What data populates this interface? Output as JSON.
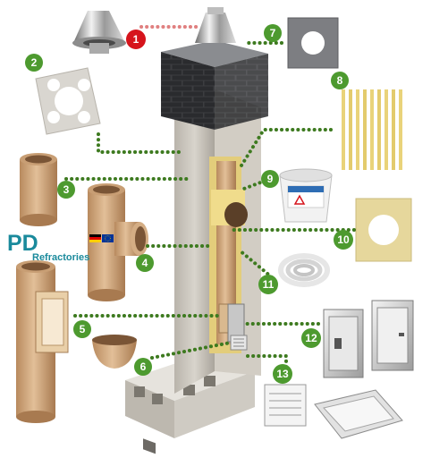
{
  "logo": {
    "mark": "PD",
    "word": "Refractories",
    "mark_color": "#1a8a9c",
    "flag_icon": "german-flag-icon",
    "eu_icon": "eu-flag-icon"
  },
  "callouts": [
    {
      "number": "1",
      "part": "stainless-steel-cap"
    },
    {
      "number": "2",
      "part": "insulation-board"
    },
    {
      "number": "3",
      "part": "ceramic-flue-pipe"
    },
    {
      "number": "4",
      "part": "ceramic-tee-connector"
    },
    {
      "number": "5",
      "part": "ceramic-inspection-pipe"
    },
    {
      "number": "6",
      "part": "condensate-bowl"
    },
    {
      "number": "7",
      "part": "cover-plate"
    },
    {
      "number": "8",
      "part": "spacer-rods"
    },
    {
      "number": "9",
      "part": "sealant-bucket"
    },
    {
      "number": "10",
      "part": "insulation-plate"
    },
    {
      "number": "11",
      "part": "sealing-rope"
    },
    {
      "number": "12",
      "part": "inspection-door"
    },
    {
      "number": "13",
      "part": "ventilation-grille"
    }
  ],
  "colors": {
    "green_badge": "#4d9a2f",
    "red_badge": "#d6141c",
    "leader_green": "#3d7a1f",
    "leader_red": "#e08080",
    "brick": "#3c3d40",
    "block": "#c9c5bd",
    "ceramic": "#c89e74",
    "insulation": "#e3cd7b"
  }
}
